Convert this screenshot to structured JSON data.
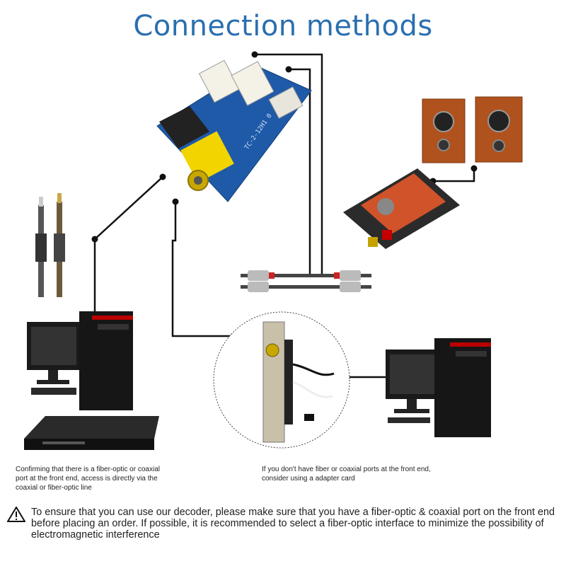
{
  "title": "Connection methods",
  "left_caption": "Confirming that there is a fiber-optic or coaxial\n port at the front end, access is directly via the\ncoaxial or fiber-optic line",
  "right_caption": "If you don't have fiber or coaxial ports at the front end,\nconsider using a adapter card",
  "warning": {
    "icon": "warning-triangle-icon",
    "text": "To ensure that you can use our decoder, please make sure that you have a fiber-optic & coaxial port on the front end before placing an order. If possible, it is recommended to select a fiber-optic interface to minimize the possibility of electromagnetic interference"
  },
  "colors": {
    "title": "#2a6fb0",
    "board": "#1f5aa8",
    "coax_port": "#f2d500",
    "wire": "#111111"
  }
}
